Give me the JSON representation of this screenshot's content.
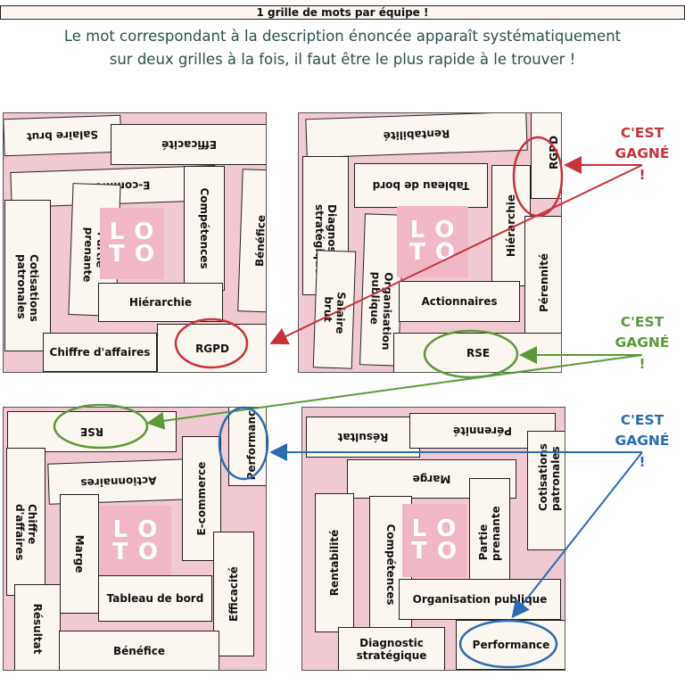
{
  "header": {
    "title": "1 grille de mots par équipe !",
    "line1": "Le mot correspondant à la description énoncée apparaît systématiquement",
    "line2": "sur deux grilles à la fois, il faut être le plus rapide à le trouver !"
  },
  "logo": {
    "l1": "L O",
    "l2": "T O"
  },
  "grid1": {
    "salaire_brut": "Salaire brut",
    "efficacite": "Efficacité",
    "ecommerce": "E-commerce",
    "competences": "Compétences",
    "benefice": "Bénéfice",
    "cotisations": "Cotisations patronales",
    "partie_prenante": "Partie prenante",
    "hierarchie": "Hiérarchie",
    "chiffre": "Chiffre d'affaires",
    "rgpd": "RGPD"
  },
  "grid2": {
    "rentabilite": "Rentabilité",
    "diagnostic": "Diagnostic stratégique",
    "tableau": "Tableau de bord",
    "hierarchie": "Hiérarchie",
    "rgpd": "RGPD",
    "organisation": "Organisation publique",
    "salaire_brut": "Salaire brut",
    "actionnaires": "Actionnaires",
    "perennite": "Pérennité",
    "rse": "RSE"
  },
  "grid3": {
    "rse": "RSE",
    "performance": "Performance",
    "chiffre": "Chiffre d'affaires",
    "actionnaires": "Actionnaires",
    "ecommerce": "E-commerce",
    "marge": "Marge",
    "efficacite": "Efficacité",
    "tableau": "Tableau de bord",
    "resultat": "Résultat",
    "benefice": "Bénéfice"
  },
  "grid4": {
    "resultat": "Résultat",
    "perennite": "Pérennité",
    "marge": "Marge",
    "cotisations": "Cotisations patronales",
    "rentabilite": "Rentabilité",
    "competences": "Compétences",
    "partie_prenante": "Partie prenante",
    "organisation": "Organisation publique",
    "diagnostic": "Diagnostic stratégique",
    "performance": "Performance"
  },
  "wins": {
    "red": "C'EST GAGNÉ !",
    "green": "C'EST GAGNÉ !",
    "blue": "C'EST GAGNÉ !"
  },
  "colors": {
    "red": "#c8323b",
    "green": "#5a9a38",
    "blue": "#2a6cb3",
    "pink": "#f2b7c6",
    "text": "#2f4f4d"
  }
}
